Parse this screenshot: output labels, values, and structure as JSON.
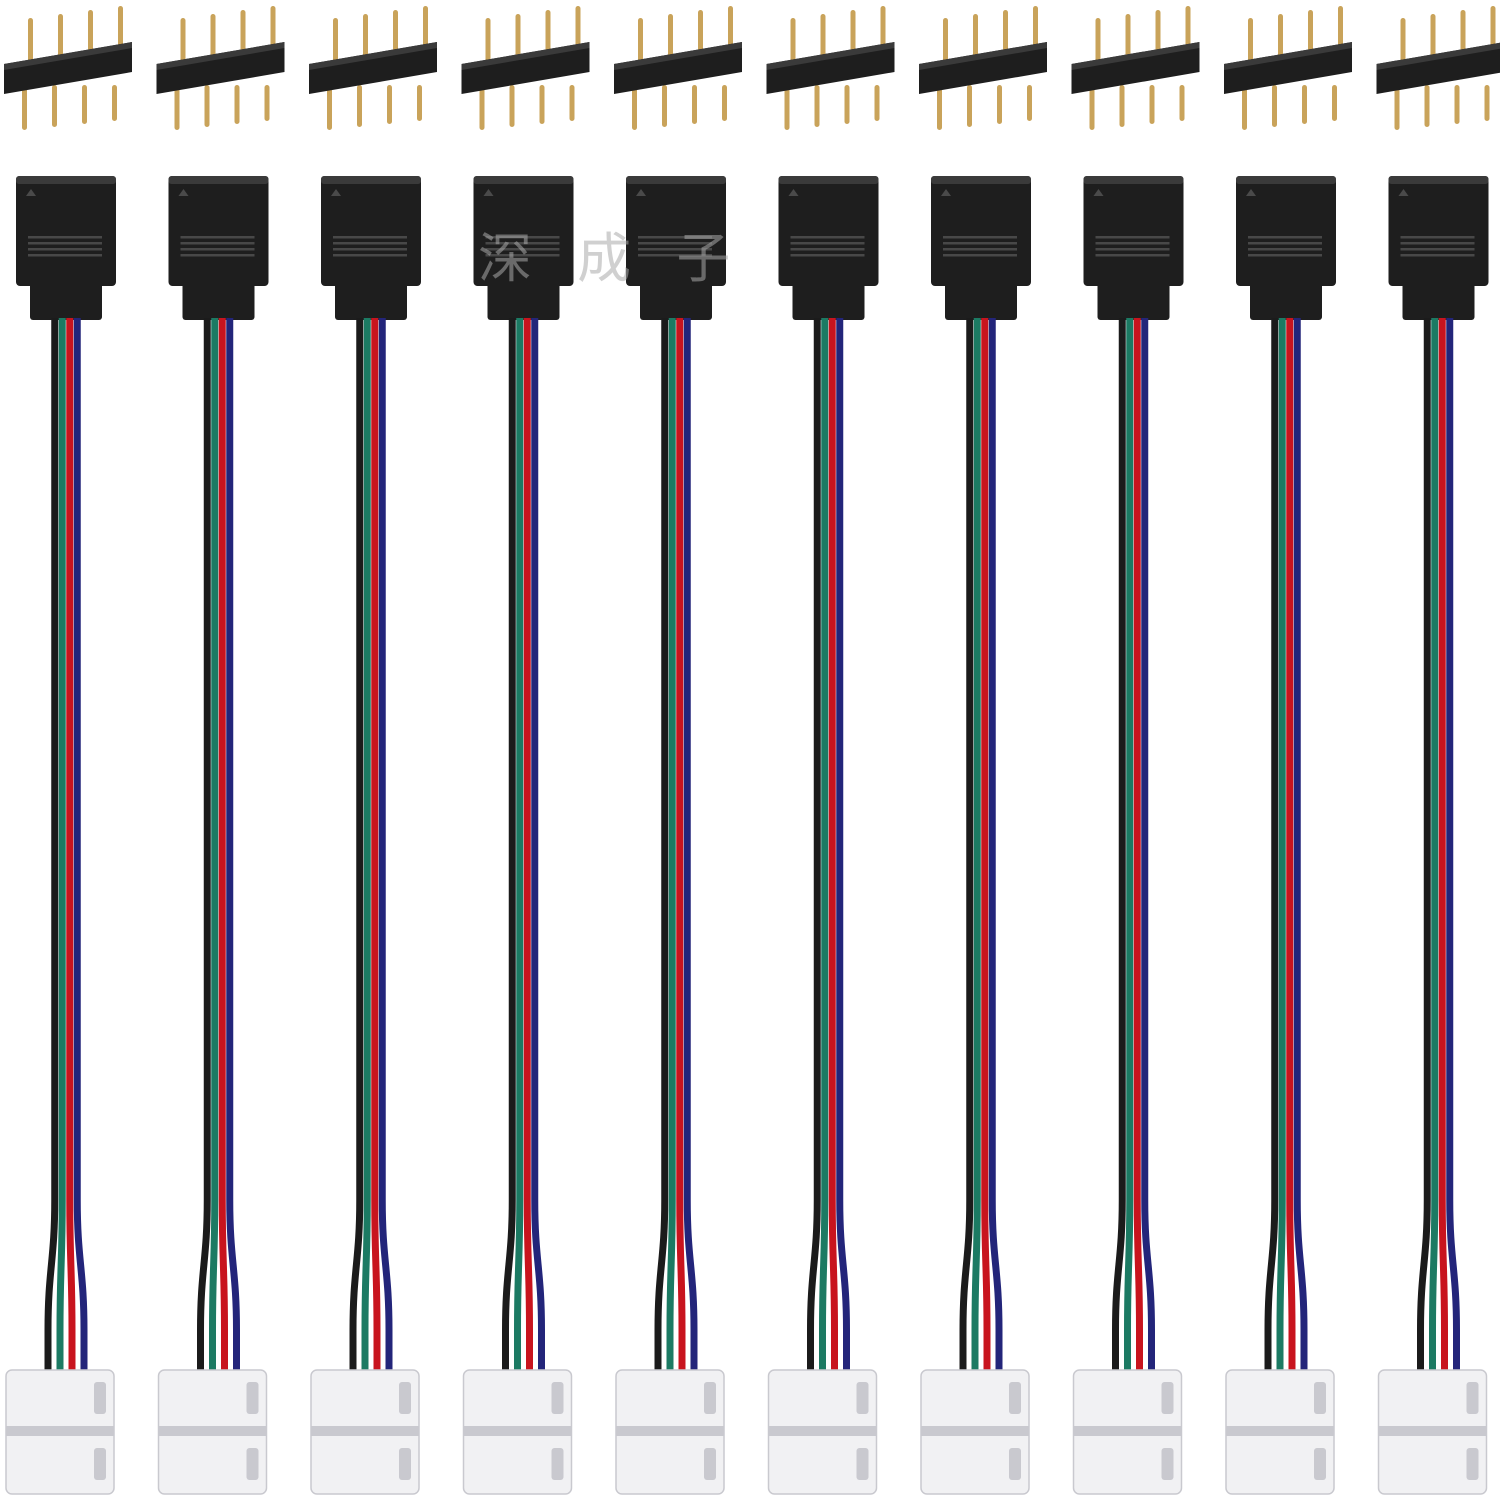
{
  "product": {
    "unit_count": 10,
    "pins_per_header": 4,
    "wire_colors": {
      "black": "#1b1b1b",
      "green": "#1c7a63",
      "red": "#c8141e",
      "blue": "#23257a"
    },
    "wire_order": [
      "black",
      "green",
      "red",
      "blue"
    ],
    "colors": {
      "connector_body": "#1e1e1e",
      "connector_highlight": "#3a3a3a",
      "pin_gold": "#c9a35a",
      "clip_white": "#f1f1f3",
      "clip_shadow": "#c9c9cf"
    }
  },
  "watermark": {
    "text": "深  成  子"
  }
}
